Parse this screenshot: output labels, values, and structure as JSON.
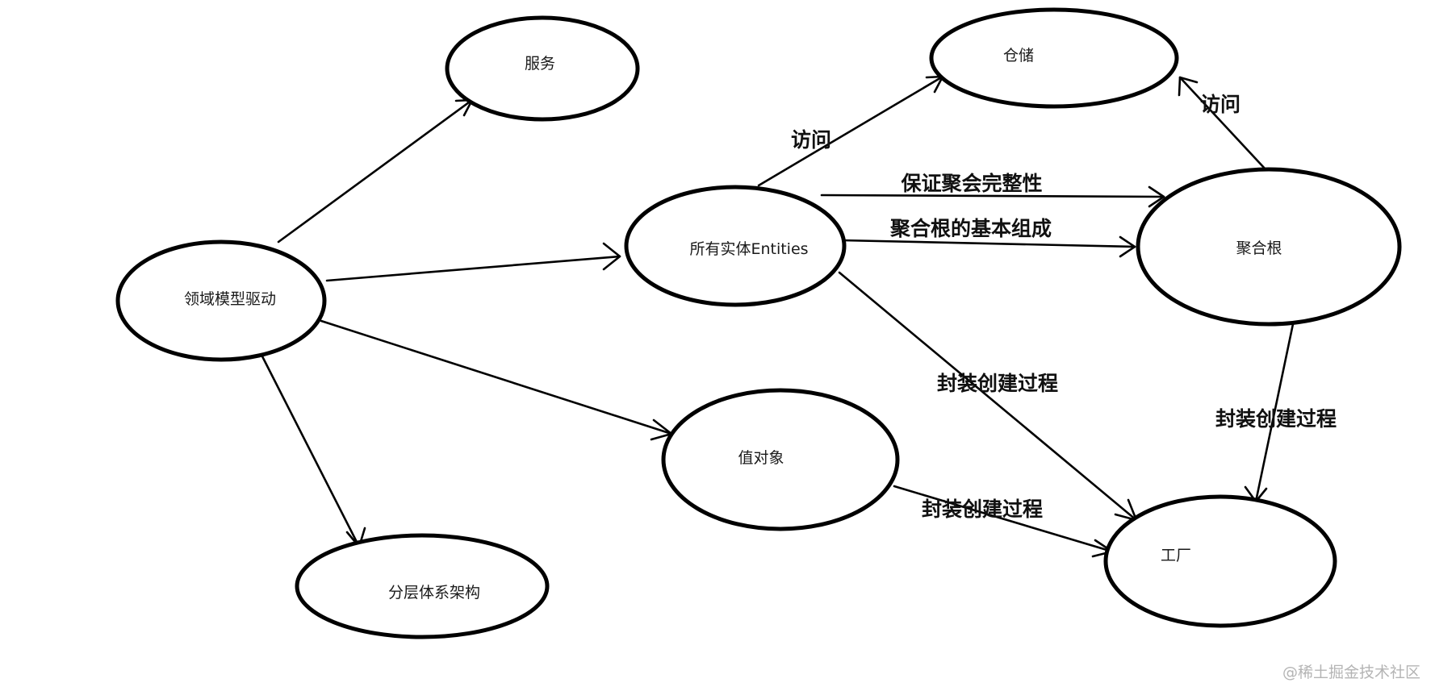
{
  "diagram": {
    "nodes": {
      "domain_model": "领域模型驱动",
      "service": "服务",
      "entities": "所有实体Entities",
      "repository": "仓储",
      "aggregate_root": "聚合根",
      "value_object": "值对象",
      "layered_arch": "分层体系架构",
      "factory": "工厂"
    },
    "edges": {
      "entities_to_repository": "访问",
      "aggregate_to_repository": "访问",
      "entities_to_aggregate_integrity": "保证聚会完整性",
      "entities_to_aggregate_composition": "聚合根的基本组成",
      "entities_to_factory": "封装创建过程",
      "aggregate_to_factory": "封装创建过程",
      "value_object_to_factory": "封装创建过程"
    }
  },
  "watermark": "@稀土掘金技术社区"
}
